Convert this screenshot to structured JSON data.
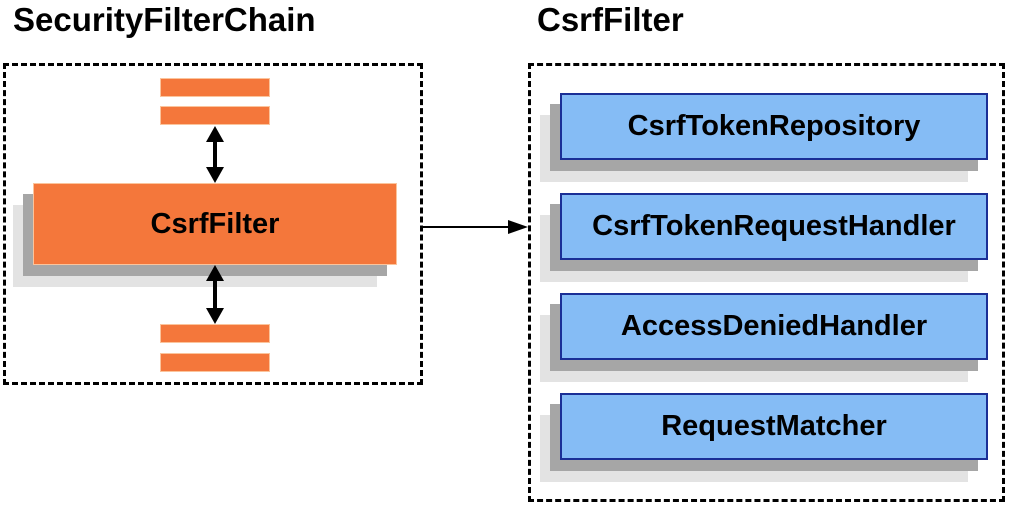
{
  "left_panel": {
    "title": "SecurityFilterChain",
    "filter_box_label": "CsrfFilter"
  },
  "right_panel": {
    "title": "CsrfFilter",
    "components": [
      {
        "label": "CsrfTokenRepository"
      },
      {
        "label": "CsrfTokenRequestHandler"
      },
      {
        "label": "AccessDeniedHandler"
      },
      {
        "label": "RequestMatcher"
      }
    ]
  },
  "colors": {
    "orange": "#f4773b",
    "orange_border": "#fbc49c",
    "blue": "#85bcf5",
    "blue_border": "#1b2f96",
    "shadow_dark": "#a6a6a6",
    "shadow_light": "#e3e3e3",
    "ink": "#000000"
  }
}
